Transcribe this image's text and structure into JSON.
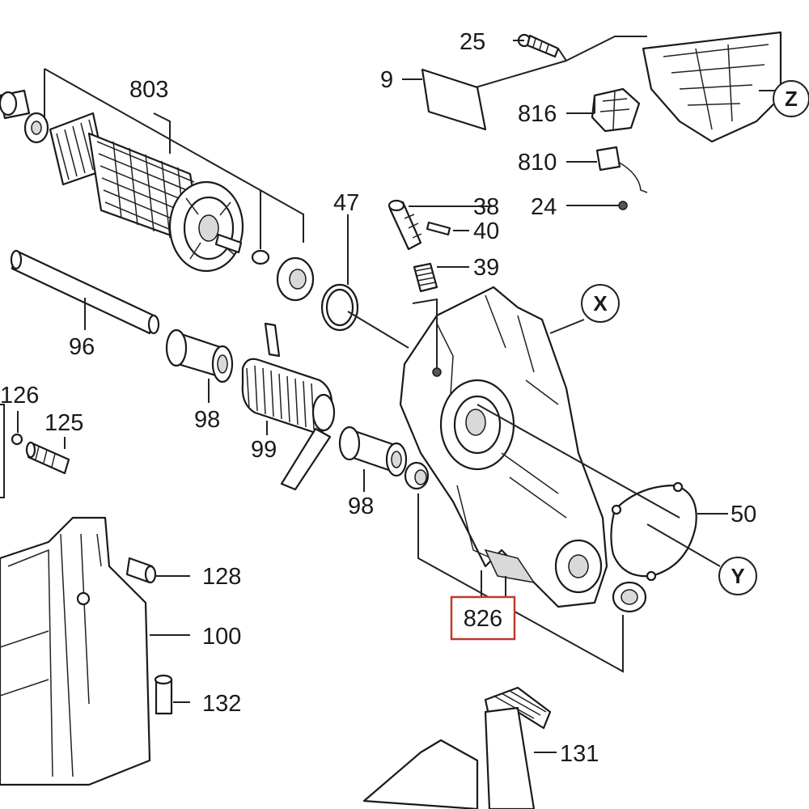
{
  "diagram": {
    "part_labels": {
      "p25": "25",
      "p9": "9",
      "p816": "816",
      "p810": "810",
      "p24": "24",
      "p803": "803",
      "p47": "47",
      "p38": "38",
      "p40": "40",
      "p39": "39",
      "p96": "96",
      "p126": "126",
      "p125": "125",
      "p98a": "98",
      "p99": "99",
      "p98b": "98",
      "p50": "50",
      "p826": "826",
      "p128": "128",
      "p100": "100",
      "p132": "132",
      "p131": "131"
    },
    "callouts": {
      "x": "X",
      "y": "Y",
      "z": "Z"
    },
    "highlight_color": "#c0392b"
  }
}
